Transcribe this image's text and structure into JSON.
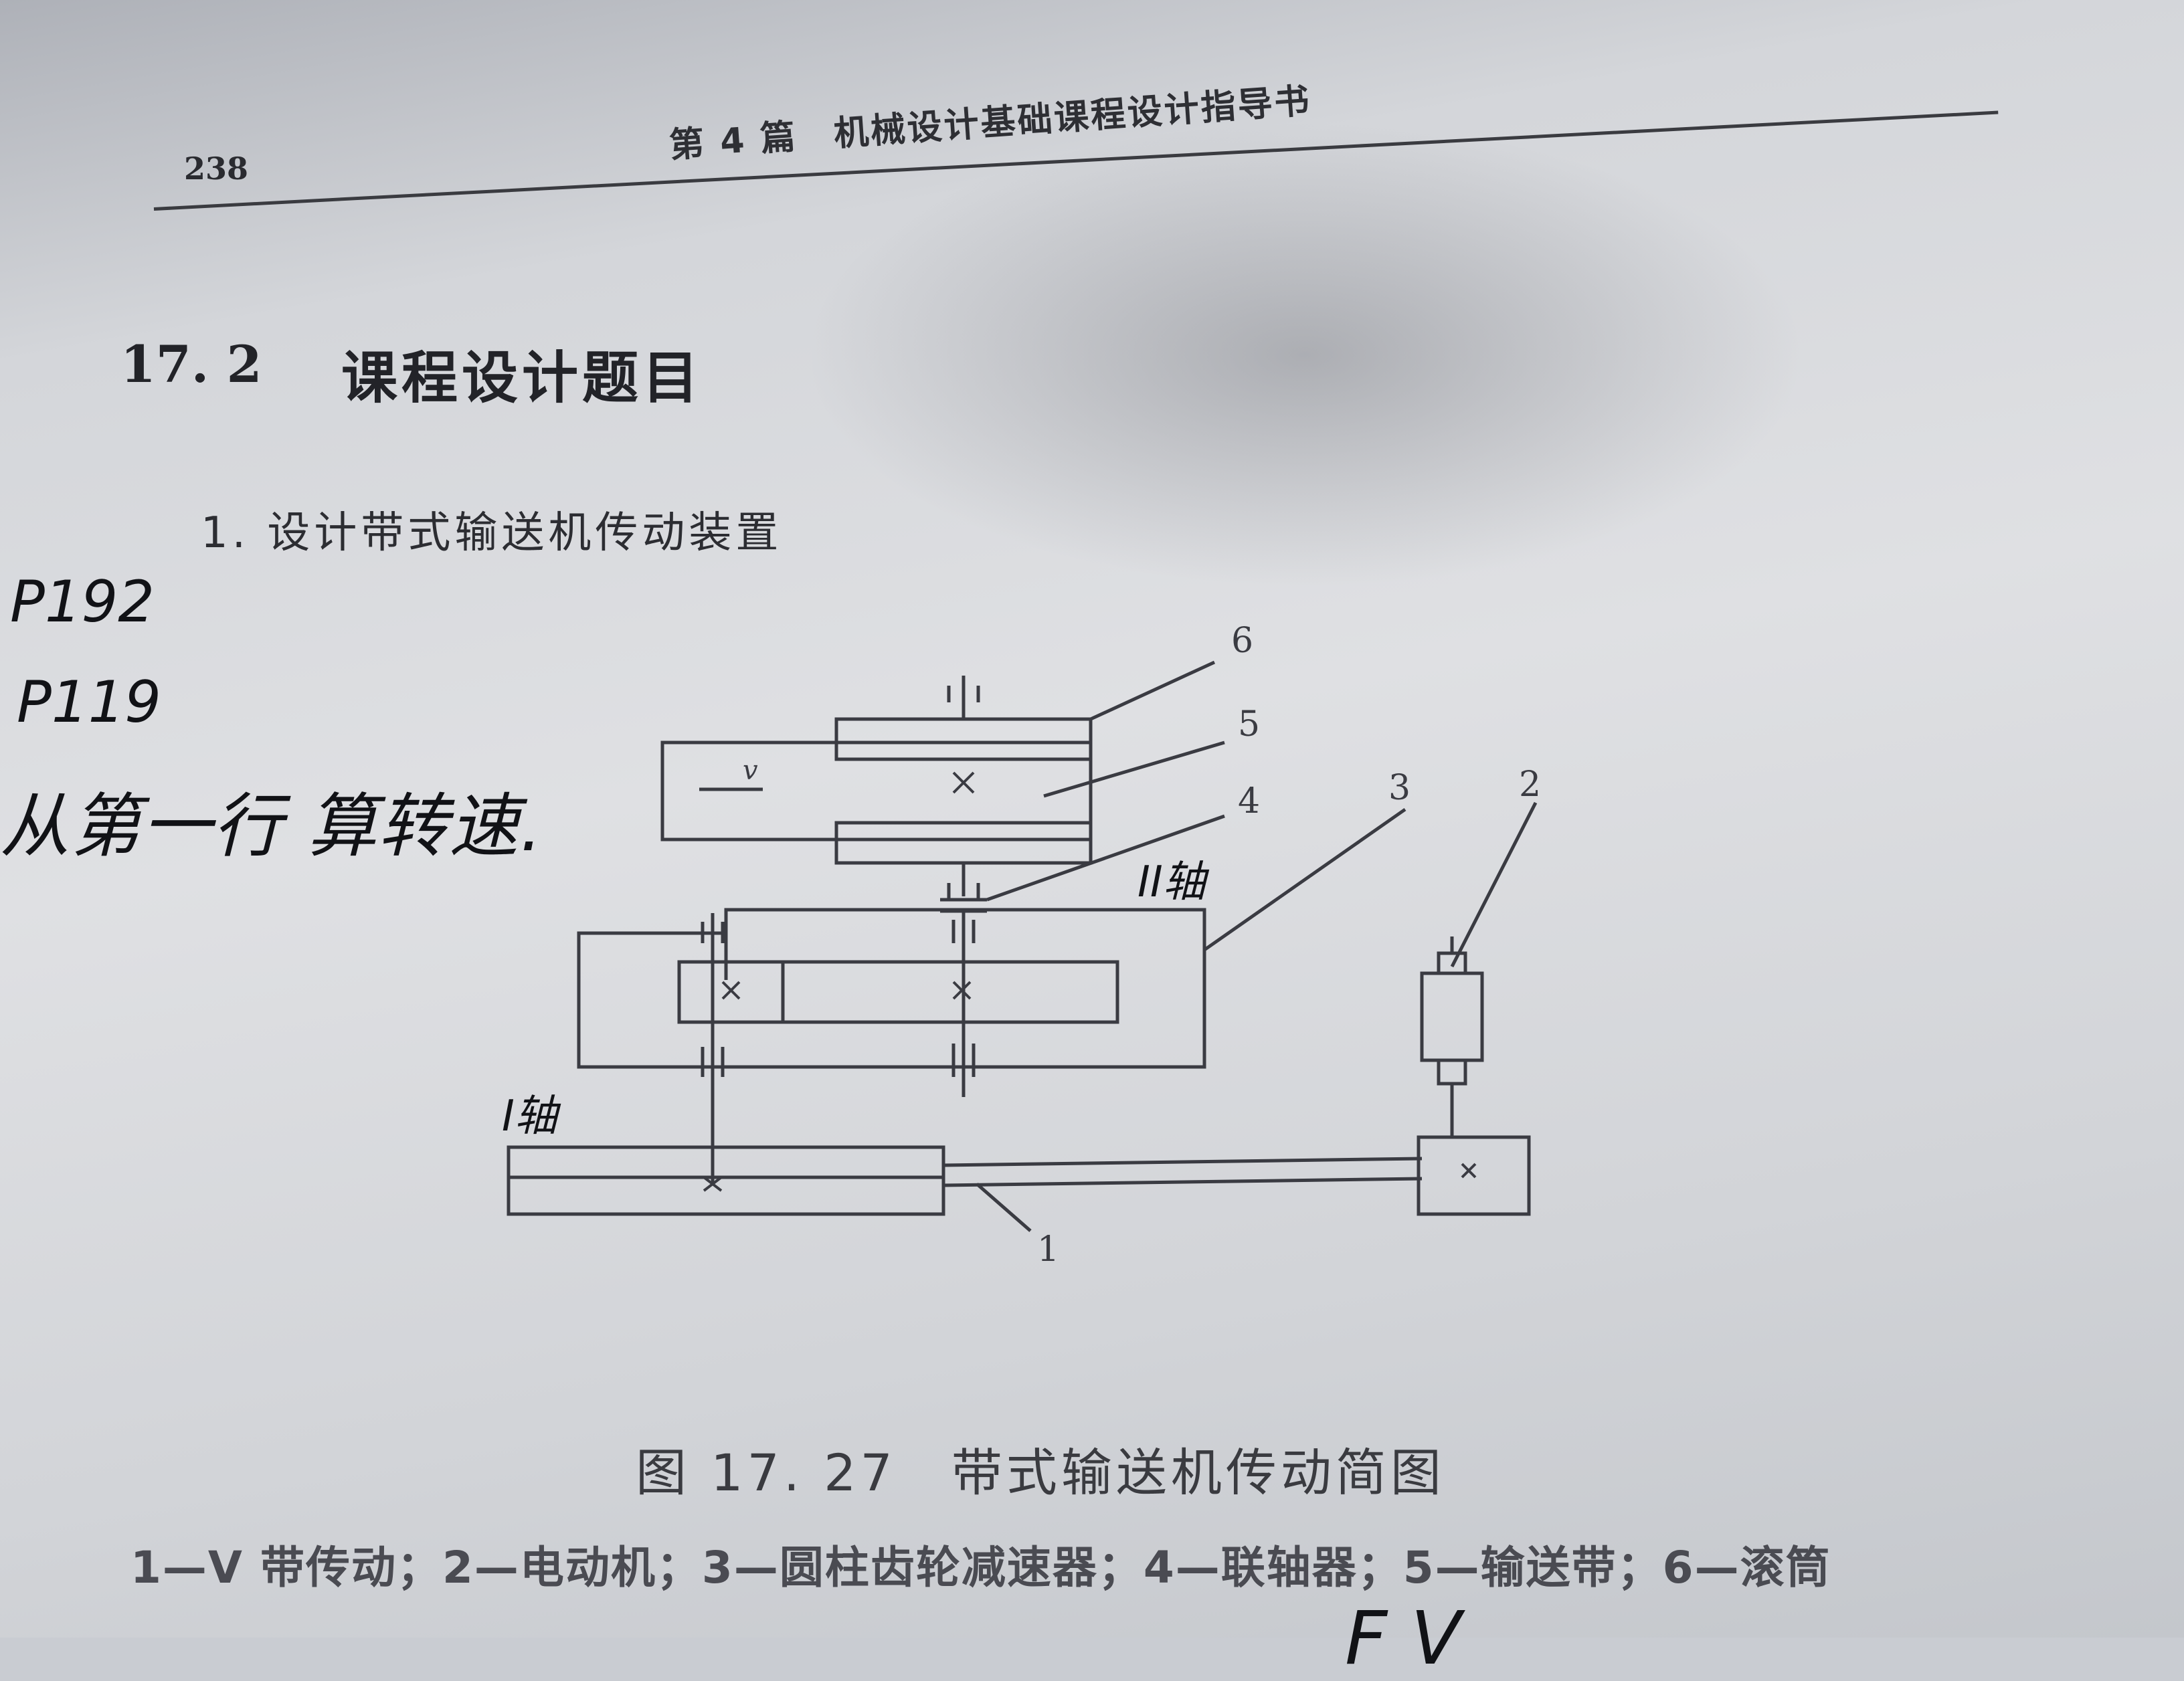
{
  "header": {
    "page_number": "238",
    "running_head": "第 4 篇　机械设计基础课程设计指导书"
  },
  "section": {
    "number": "17. 2",
    "title": "课程设计题目"
  },
  "item": {
    "title": "1. 设计带式输送机传动装置"
  },
  "handwriting": {
    "p192": "P192",
    "p119": "P119",
    "note": "从第一行 算转速.",
    "shaft_1": "I轴",
    "shaft_2": "II轴",
    "bottom": "F V"
  },
  "figure": {
    "callouts": [
      "1",
      "2",
      "3",
      "4",
      "5",
      "6"
    ],
    "velocity_label": "v",
    "caption": "图 17. 27　带式输送机传动简图",
    "legend": "1—V 带传动；2—电动机；3—圆柱齿轮减速器；4—联轴器；5—输送带；6—滚筒"
  }
}
